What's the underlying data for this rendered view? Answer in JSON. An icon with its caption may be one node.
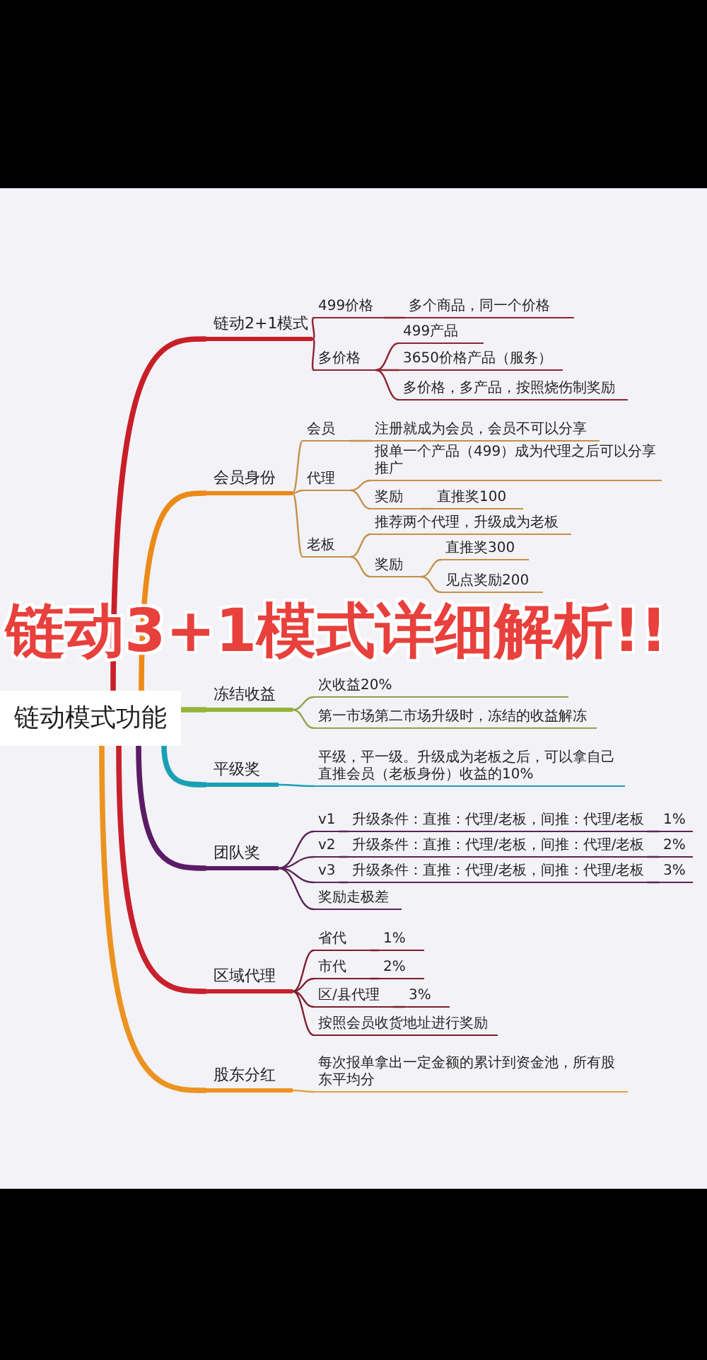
{
  "diagram": {
    "title": "链动3+1模式详细解析!!",
    "nodes": [
      {
        "text": [
          "链动模式功能"
        ]
      },
      {
        "text": [
          "链动2+1模式"
        ]
      },
      {
        "text": [
          "499价格"
        ]
      },
      {
        "text": [
          "多个商品，同一个价格"
        ]
      },
      {
        "text": [
          "多价格"
        ]
      },
      {
        "text": [
          "499产品"
        ]
      },
      {
        "text": [
          "3650价格产品（服务）"
        ]
      },
      {
        "text": [
          "多价格，多产品，按照烧伤制奖励"
        ]
      },
      {
        "text": [
          "会员身份"
        ]
      },
      {
        "text": [
          "会员"
        ]
      },
      {
        "text": [
          "注册就成为会员，会员不可以分享"
        ]
      },
      {
        "text": [
          "代理"
        ]
      },
      {
        "text": [
          "报单一个产品（499）成为代理之后可以分享推广"
        ]
      },
      {
        "text": [
          "奖励"
        ]
      },
      {
        "text": [
          "直推奖100"
        ]
      },
      {
        "text": [
          "老板"
        ]
      },
      {
        "text": [
          "推荐两个代理，升级成为老板"
        ]
      },
      {
        "text": [
          "奖励"
        ]
      },
      {
        "text": [
          "直推奖300"
        ]
      },
      {
        "text": [
          "见点奖励200"
        ]
      },
      {
        "text": [
          "冻结收益"
        ]
      },
      {
        "text": [
          "次收益20%"
        ]
      },
      {
        "text": [
          "第一市场第二市场升级时，冻结的收益解冻"
        ]
      },
      {
        "text": [
          "平级奖"
        ]
      },
      {
        "text": [
          "平级，平一级。升级成为老板之后，可以拿自己直推会员（老板身份）收益的10%"
        ]
      },
      {
        "text": [
          "团队奖"
        ]
      },
      {
        "text": [
          "v1"
        ]
      },
      {
        "text": [
          "升级条件：直推：代理/老板，间推：代理/老板"
        ]
      },
      {
        "text": [
          "1%"
        ]
      },
      {
        "text": [
          "v2"
        ]
      },
      {
        "text": [
          "升级条件：直推：代理/老板，间推：代理/老板"
        ]
      },
      {
        "text": [
          "2%"
        ]
      },
      {
        "text": [
          "v3"
        ]
      },
      {
        "text": [
          "升级条件：直推：代理/老板，间推：代理/老板"
        ]
      },
      {
        "text": [
          "3%"
        ]
      },
      {
        "text": [
          "奖励走极差"
        ]
      },
      {
        "text": [
          "区域代理"
        ]
      },
      {
        "text": [
          "省代"
        ]
      },
      {
        "text": [
          "1%"
        ]
      },
      {
        "text": [
          "市代"
        ]
      },
      {
        "text": [
          "2%"
        ]
      },
      {
        "text": [
          "区/县代理"
        ]
      },
      {
        "text": [
          "3%"
        ]
      },
      {
        "text": [
          "按照会员收货地址进行奖励"
        ]
      },
      {
        "text": [
          "股东分红"
        ]
      },
      {
        "text": [
          "每次报单拿出一定金额的累计到资金池，所有股东平均分"
        ]
      }
    ],
    "edges": [
      {
        "from": 0,
        "to": 1,
        "arrow": "none",
        "style": "thick",
        "color": "#c81e28"
      },
      {
        "from": 1,
        "to": 2,
        "arrow": "none",
        "color": "#8e2433"
      },
      {
        "from": 2,
        "to": 3,
        "arrow": "none",
        "color": "#8e2433"
      },
      {
        "from": 1,
        "to": 4,
        "arrow": "none",
        "color": "#8e2433"
      },
      {
        "from": 4,
        "to": 5,
        "arrow": "none",
        "color": "#8e2433"
      },
      {
        "from": 4,
        "to": 6,
        "arrow": "none",
        "color": "#8e2433"
      },
      {
        "from": 4,
        "to": 7,
        "arrow": "none",
        "color": "#8e2433"
      },
      {
        "from": 0,
        "to": 8,
        "arrow": "none",
        "style": "thick",
        "color": "#ec8a17"
      },
      {
        "from": 8,
        "to": 9,
        "arrow": "none",
        "color": "#c4914a"
      },
      {
        "from": 9,
        "to": 10,
        "arrow": "none",
        "color": "#c4914a"
      },
      {
        "from": 8,
        "to": 11,
        "arrow": "none",
        "color": "#c4914a"
      },
      {
        "from": 11,
        "to": 12,
        "arrow": "none",
        "color": "#c4914a"
      },
      {
        "from": 11,
        "to": 13,
        "arrow": "none",
        "color": "#c4914a"
      },
      {
        "from": 13,
        "to": 14,
        "arrow": "none",
        "color": "#c4914a"
      },
      {
        "from": 8,
        "to": 15,
        "arrow": "none",
        "color": "#c4914a"
      },
      {
        "from": 15,
        "to": 16,
        "arrow": "none",
        "color": "#c4914a"
      },
      {
        "from": 15,
        "to": 17,
        "arrow": "none",
        "color": "#c4914a"
      },
      {
        "from": 17,
        "to": 18,
        "arrow": "none",
        "color": "#c4914a"
      },
      {
        "from": 17,
        "to": 19,
        "arrow": "none",
        "color": "#c4914a"
      },
      {
        "from": 0,
        "to": 20,
        "arrow": "none",
        "style": "thick",
        "color": "#93b33a"
      },
      {
        "from": 20,
        "to": 21,
        "arrow": "none",
        "color": "#8ea24e"
      },
      {
        "from": 20,
        "to": 22,
        "arrow": "none",
        "color": "#8ea24e"
      },
      {
        "from": 0,
        "to": 23,
        "arrow": "none",
        "style": "thick",
        "color": "#1aa0b5"
      },
      {
        "from": 23,
        "to": 24,
        "arrow": "none",
        "color": "#1aa0b5"
      },
      {
        "from": 0,
        "to": 25,
        "arrow": "none",
        "style": "thick",
        "color": "#5b1b66"
      },
      {
        "from": 25,
        "to": 26,
        "arrow": "none",
        "color": "#5c2457"
      },
      {
        "from": 26,
        "to": 27,
        "arrow": "none",
        "color": "#5c2457"
      },
      {
        "from": 27,
        "to": 28,
        "arrow": "none",
        "color": "#5c2457"
      },
      {
        "from": 25,
        "to": 29,
        "arrow": "none",
        "color": "#5c2457"
      },
      {
        "from": 29,
        "to": 30,
        "arrow": "none",
        "color": "#5c2457"
      },
      {
        "from": 30,
        "to": 31,
        "arrow": "none",
        "color": "#5c2457"
      },
      {
        "from": 25,
        "to": 32,
        "arrow": "none",
        "color": "#5c2457"
      },
      {
        "from": 32,
        "to": 33,
        "arrow": "none",
        "color": "#5c2457"
      },
      {
        "from": 33,
        "to": 34,
        "arrow": "none",
        "color": "#5c2457"
      },
      {
        "from": 25,
        "to": 35,
        "arrow": "none",
        "color": "#5c2457"
      },
      {
        "from": 0,
        "to": 36,
        "arrow": "none",
        "style": "thick",
        "color": "#c8202c"
      },
      {
        "from": 36,
        "to": 37,
        "arrow": "none",
        "color": "#7e1d2c"
      },
      {
        "from": 37,
        "to": 38,
        "arrow": "none",
        "color": "#7e1d2c"
      },
      {
        "from": 36,
        "to": 39,
        "arrow": "none",
        "color": "#7e1d2c"
      },
      {
        "from": 39,
        "to": 40,
        "arrow": "none",
        "color": "#7e1d2c"
      },
      {
        "from": 36,
        "to": 41,
        "arrow": "none",
        "color": "#7e1d2c"
      },
      {
        "from": 41,
        "to": 42,
        "arrow": "none",
        "color": "#7e1d2c"
      },
      {
        "from": 36,
        "to": 43,
        "arrow": "none",
        "color": "#7e1d2c"
      },
      {
        "from": 0,
        "to": 44,
        "arrow": "none",
        "style": "thick",
        "color": "#eb9320"
      },
      {
        "from": 44,
        "to": 45,
        "arrow": "none",
        "color": "#e0a443"
      }
    ]
  }
}
